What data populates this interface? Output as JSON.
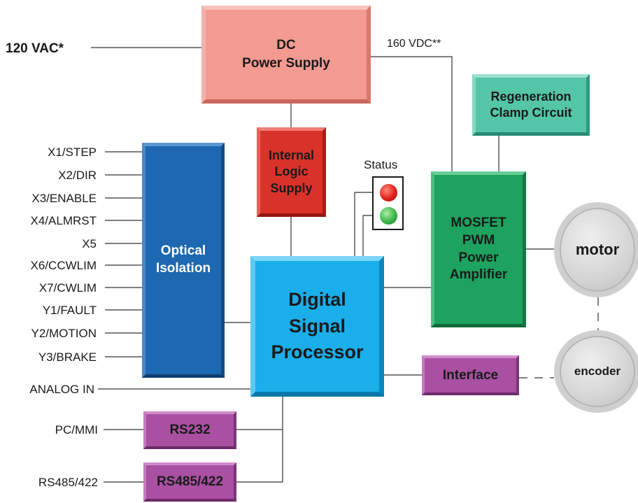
{
  "power_input": {
    "label": "120 VAC*"
  },
  "dc_supply": {
    "line1": "DC",
    "line2": "Power Supply",
    "voltage_label": "160 VDC**"
  },
  "regeneration": {
    "line1": "Regeneration",
    "line2": "Clamp Circuit"
  },
  "logic_supply": {
    "line1": "Internal",
    "line2": "Logic",
    "line3": "Supply"
  },
  "status": {
    "label": "Status",
    "lamps": [
      "red",
      "green"
    ]
  },
  "optical_isolation": {
    "line1": "Optical",
    "line2": "Isolation"
  },
  "io_signals": [
    "X1/STEP",
    "X2/DIR",
    "X3/ENABLE",
    "X4/ALMRST",
    "X5",
    "X6/CCWLIM",
    "X7/CWLIM",
    "Y1/FAULT",
    "Y2/MOTION",
    "Y3/BRAKE"
  ],
  "analog_in": {
    "label": "ANALOG IN"
  },
  "dsp": {
    "line1": "Digital",
    "line2": "Signal",
    "line3": "Processor"
  },
  "amplifier": {
    "line1": "MOSFET",
    "line2": "PWM",
    "line3": "Power",
    "line4": "Amplifier"
  },
  "motor": {
    "label": "motor"
  },
  "encoder": {
    "label": "encoder"
  },
  "interface": {
    "label": "Interface"
  },
  "rs232": {
    "label": "RS232",
    "port_label": "PC/MMI"
  },
  "rs485": {
    "label": "RS485/422",
    "port_label": "RS485/422"
  },
  "colors": {
    "dc_supply": "#f39a91",
    "regeneration": "#55c5a8",
    "logic_supply": "#d9322a",
    "optical_isolation": "#1d68b0",
    "dsp": "#1aaeea",
    "amplifier": "#1da35f",
    "comm_blocks": "#a950a2",
    "motor": "#d4d4d4",
    "status_red": "#e0201a",
    "status_green": "#3cb54a"
  }
}
